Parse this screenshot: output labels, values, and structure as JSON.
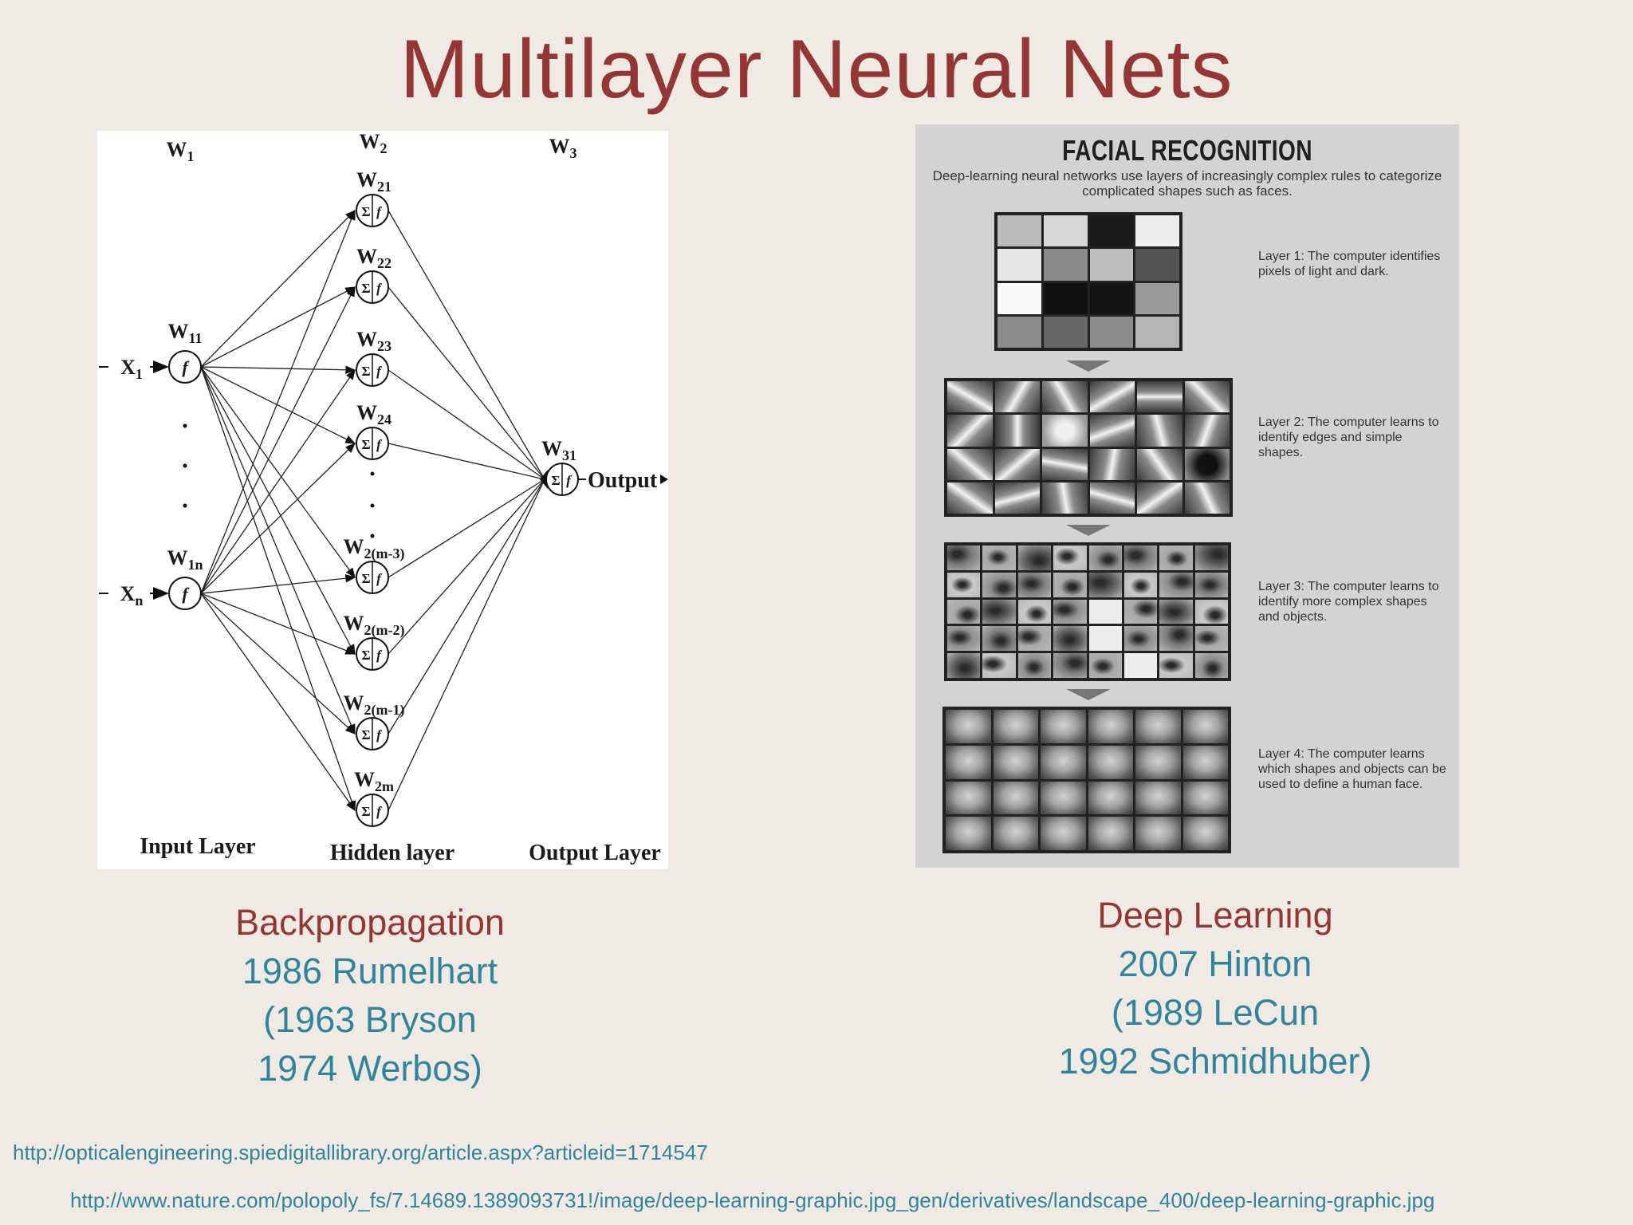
{
  "slide": {
    "title": "Multilayer Neural Nets"
  },
  "left_figure": {
    "weights_top": [
      "W1",
      "W2",
      "W3"
    ],
    "input_nodes": [
      "X1",
      "Xn"
    ],
    "input_weights": [
      "W11",
      "W1n"
    ],
    "hidden_weights": [
      "W21",
      "W22",
      "W23",
      "W24",
      "W2(m-3)",
      "W2(m-2)",
      "W2(m-1)",
      "W2m"
    ],
    "output_weight": "W31",
    "output_label": "Output",
    "layer_labels": [
      "Input Layer",
      "Hidden layer",
      "Output Layer"
    ]
  },
  "right_figure": {
    "title": "FACIAL RECOGNITION",
    "subtitle": "Deep-learning neural networks use layers of increasingly complex rules to categorize complicated shapes such as faces.",
    "layers": [
      {
        "description": "Layer 1: The computer identifies pixels of light and dark."
      },
      {
        "description": "Layer 2: The computer learns to identify edges and simple shapes."
      },
      {
        "description": "Layer 3: The computer learns to identify more complex shapes and objects."
      },
      {
        "description": "Layer 4: The computer learns which shapes and objects can be used to define a human face."
      }
    ]
  },
  "captions": {
    "left": {
      "heading": "Backpropagation",
      "lines": [
        "1986 Rumelhart",
        "(1963 Bryson",
        "1974 Werbos)"
      ]
    },
    "right": {
      "heading": "Deep Learning",
      "lines": [
        "2007 Hinton",
        "(1989 LeCun",
        "1992 Schmidhuber)"
      ]
    }
  },
  "references": [
    "http://opticalengineering.spiedigitallibrary.org/article.aspx?articleid=1714547",
    "http://www.nature.com/polopoly_fs/7.14689.1389093731!/image/deep-learning-graphic.jpg_gen/derivatives/landscape_400/deep-learning-graphic.jpg"
  ]
}
